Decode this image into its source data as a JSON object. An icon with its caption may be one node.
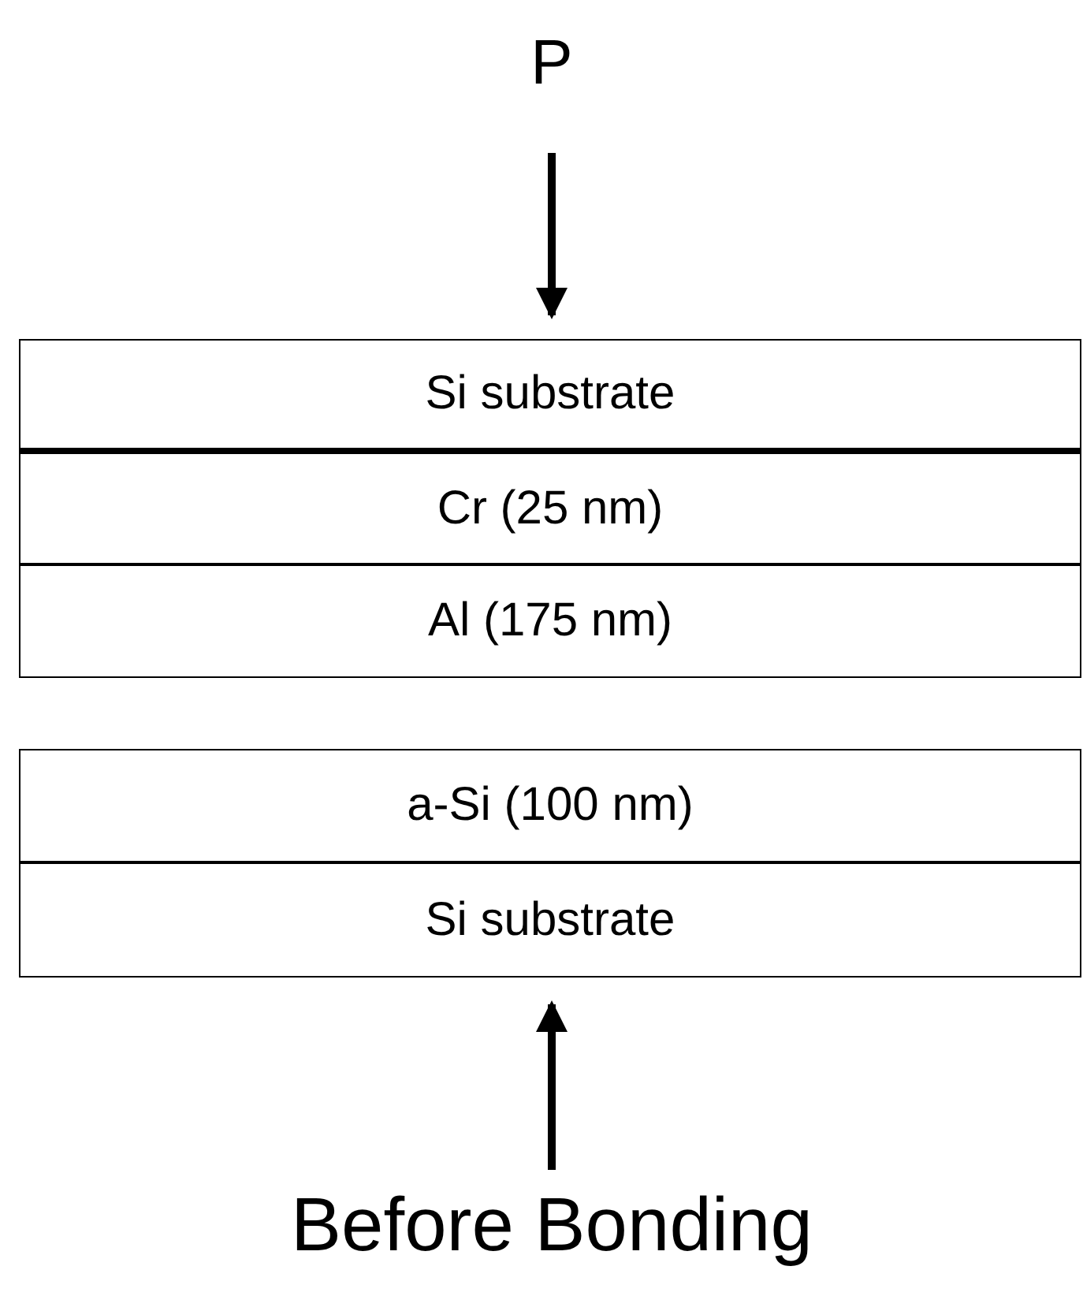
{
  "diagram": {
    "caption": "Before Bonding",
    "nodes": [
      {
        "text": [
          "Si substrate"
        ]
      },
      {
        "text": [
          "Cr (25 nm)"
        ]
      },
      {
        "text": [
          "Al (175 nm)"
        ]
      },
      {
        "text": [
          "a-Si (100 nm)"
        ]
      },
      {
        "text": [
          "Si substrate"
        ]
      }
    ],
    "labels": [
      "P"
    ]
  }
}
